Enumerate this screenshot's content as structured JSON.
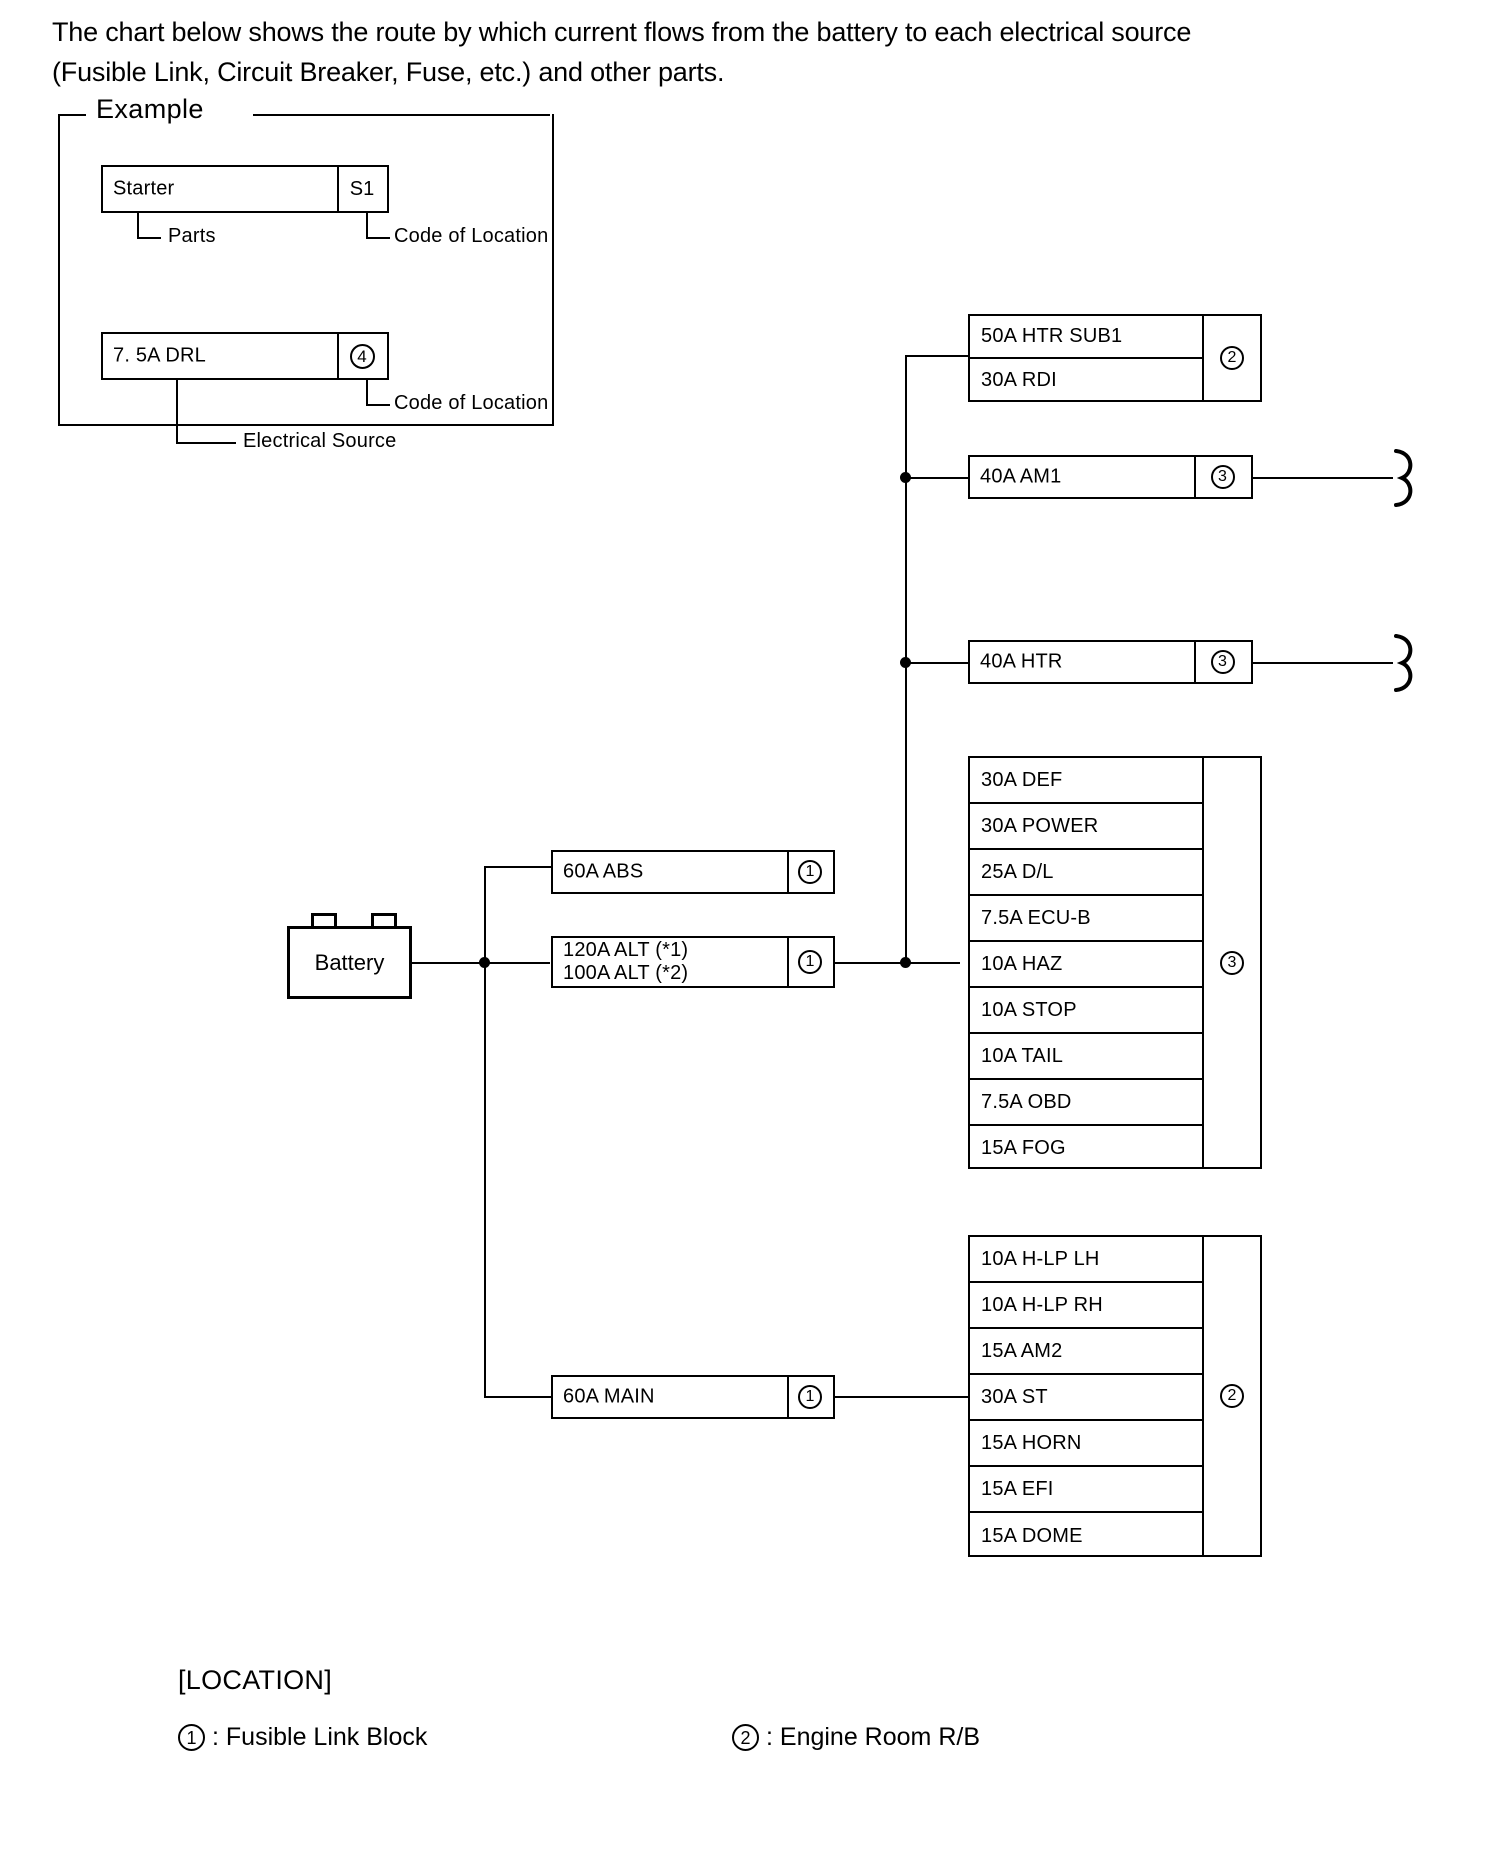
{
  "intro": {
    "line1": "The chart below shows the route by which current flows from the battery to each electrical source",
    "line2": "(Fusible Link, Circuit Breaker, Fuse, etc.) and other parts."
  },
  "example": {
    "legend": "Example",
    "part_row": {
      "name": "Starter",
      "code": "S1"
    },
    "part_anno_left": "Parts",
    "part_anno_right": "Code of Location",
    "source_row": {
      "name": "7. 5A DRL",
      "code": "4"
    },
    "source_anno_right": "Code of Location",
    "source_anno_left": "Electrical Source"
  },
  "battery": {
    "label": "Battery"
  },
  "links": [
    {
      "name": "60A ABS",
      "code": "1"
    },
    {
      "name": "120A ALT (*1)\n100A ALT (*2)",
      "code": "1"
    },
    {
      "name": "60A MAIN",
      "code": "1"
    }
  ],
  "blocks": [
    {
      "id": "engine-room-rb-top",
      "code": "2",
      "rows": [
        "50A HTR SUB1",
        "30A RDI"
      ]
    },
    {
      "id": "instrument-panel-jb",
      "code": "3",
      "rows": [
        "30A DEF",
        "30A POWER",
        "25A D/L",
        "7.5A ECU-B",
        "10A HAZ",
        "10A STOP",
        "10A TAIL",
        "7.5A OBD",
        "15A FOG"
      ]
    },
    {
      "id": "engine-room-rb-bottom",
      "code": "2",
      "rows": [
        "10A H-LP LH",
        "10A H-LP RH",
        "15A AM2",
        "30A ST",
        "15A HORN",
        "15A EFI",
        "15A DOME"
      ]
    }
  ],
  "single_fuses": [
    {
      "name": "40A AM1",
      "code": "3"
    },
    {
      "name": "40A HTR",
      "code": "3"
    }
  ],
  "location": {
    "title": "[LOCATION]",
    "items": [
      {
        "code": "1",
        "text": ": Fusible Link Block"
      },
      {
        "code": "2",
        "text": ": Engine Room R/B"
      }
    ]
  },
  "colors": {
    "ink": "#000000",
    "paper": "#ffffff"
  }
}
